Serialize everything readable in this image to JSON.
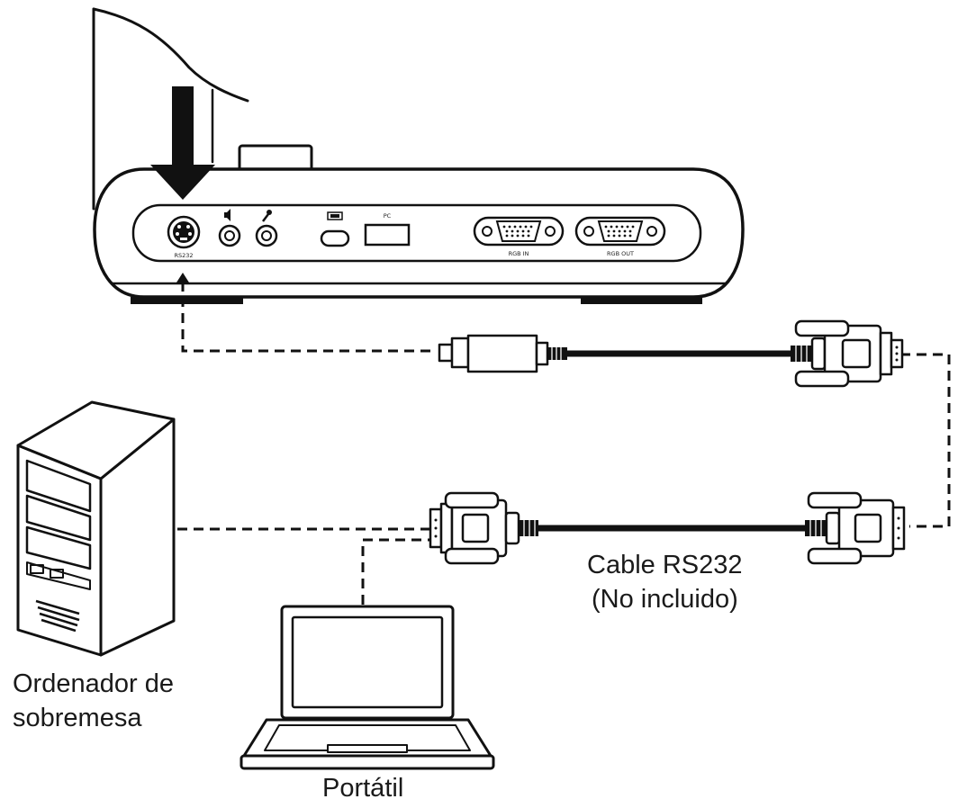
{
  "labels": {
    "desktop_line1": "Ordenador de",
    "desktop_line2": "sobremesa",
    "laptop": "Portátil",
    "cable_line1": "Cable RS232",
    "cable_line2": "(No incluido)"
  },
  "port_labels": {
    "rs232": "RS232",
    "pc": "PC",
    "rgb_in": "RGB IN",
    "rgb_out": "RGB OUT"
  },
  "colors": {
    "line": "#111111",
    "background": "#ffffff"
  },
  "icons": [
    "down-arrow-icon",
    "audio-out-icon",
    "mic-in-icon",
    "usb-icon"
  ]
}
